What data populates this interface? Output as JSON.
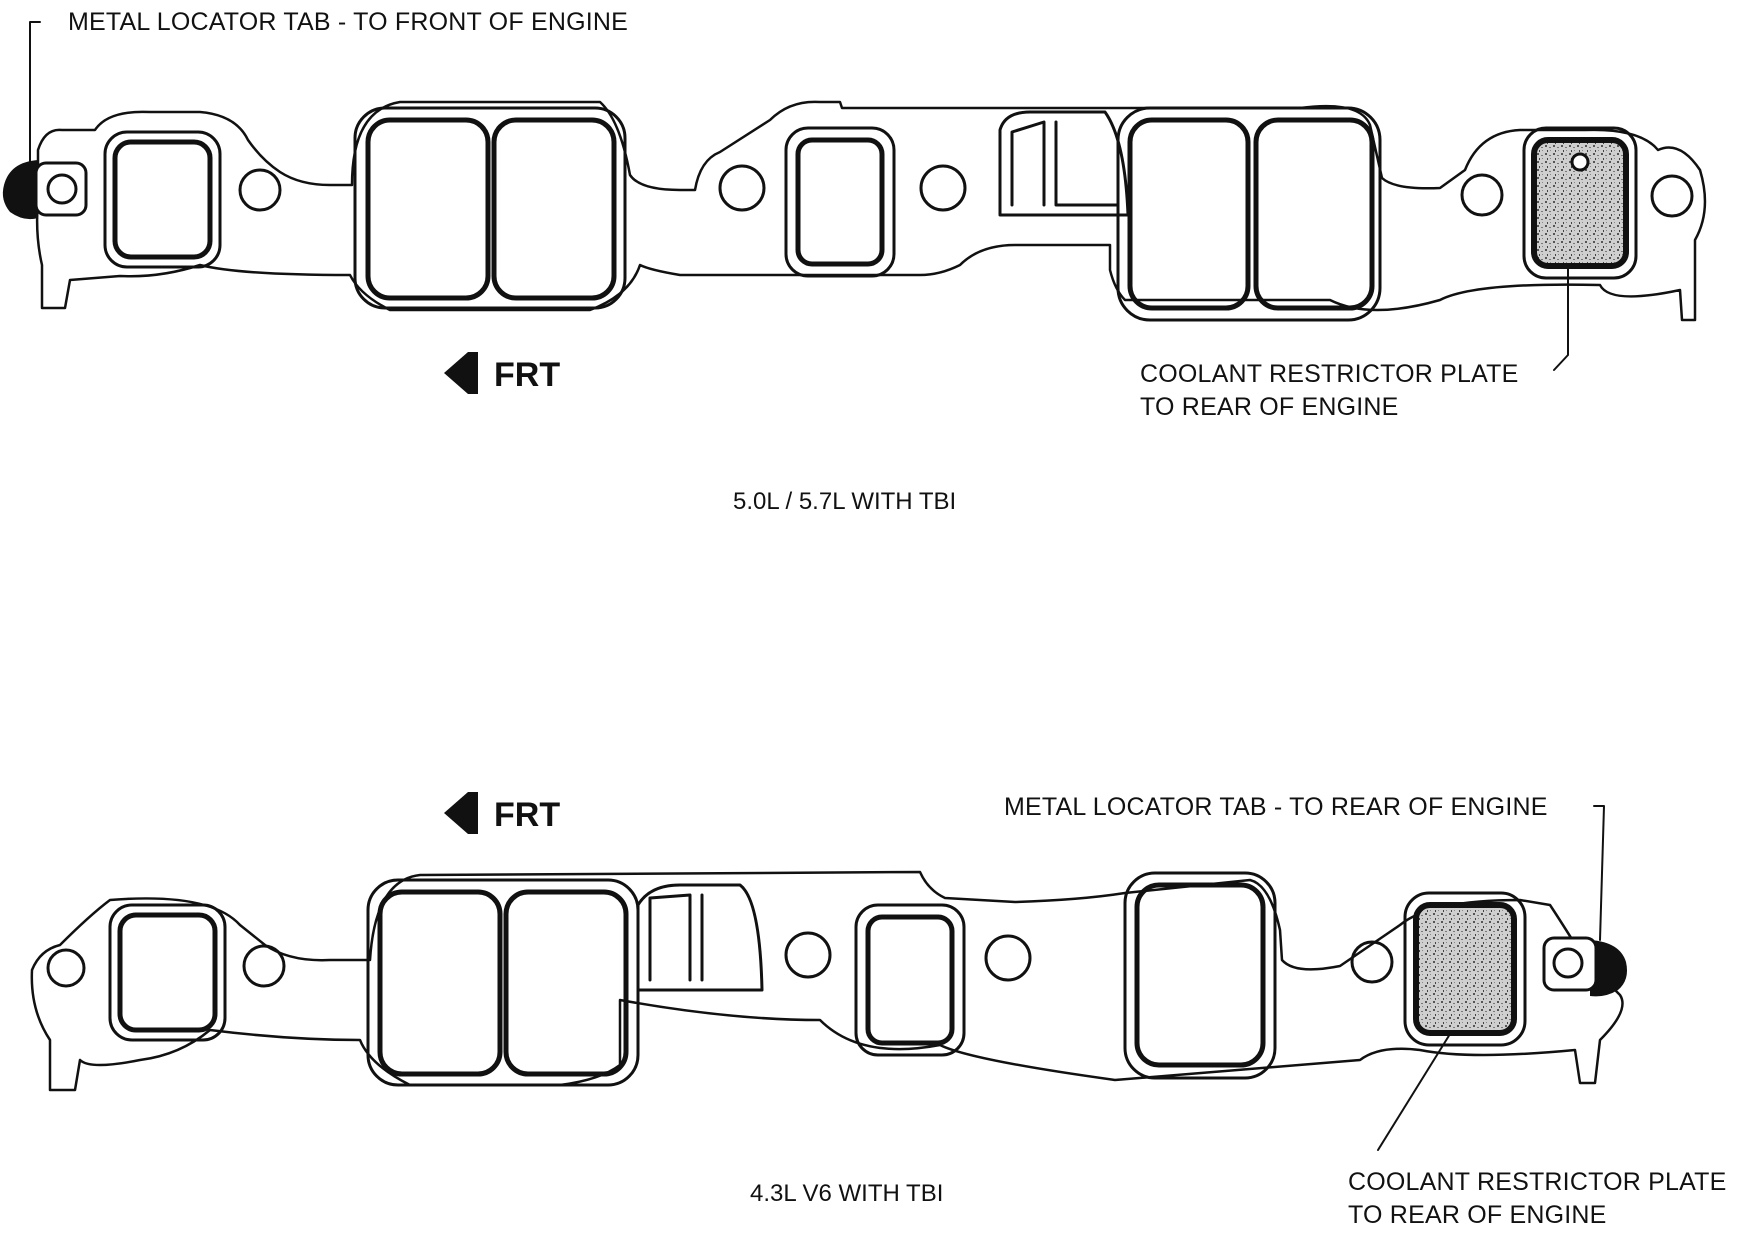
{
  "colors": {
    "ink": "#111111",
    "paper": "#ffffff",
    "plate_fill": "#b8b8b8"
  },
  "top": {
    "label_tab": "METAL LOCATOR TAB - TO FRONT OF ENGINE",
    "frt": "FRT",
    "label_plate_line1": "COOLANT RESTRICTOR PLATE",
    "label_plate_line2": "TO REAR OF ENGINE",
    "caption": "5.0L / 5.7L WITH TBI"
  },
  "bottom": {
    "frt": "FRT",
    "label_tab": "METAL LOCATOR TAB - TO REAR OF ENGINE",
    "label_plate_line1": "COOLANT RESTRICTOR PLATE",
    "label_plate_line2": "TO REAR OF ENGINE",
    "caption": "4.3L V6 WITH TBI"
  }
}
